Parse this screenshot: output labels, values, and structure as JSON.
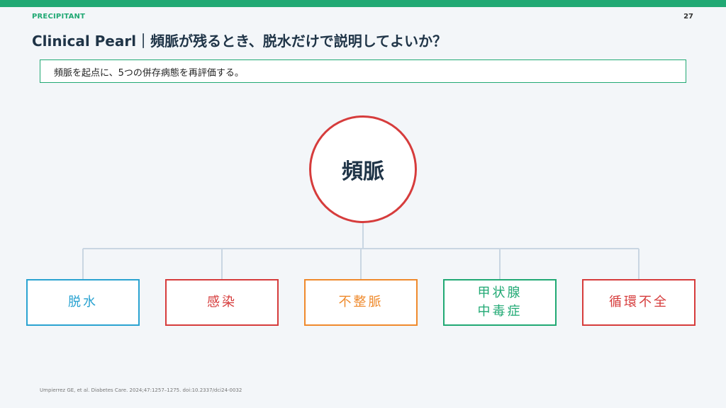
{
  "header": {
    "section_tag": "PRECIPITANT",
    "page_number": "27",
    "title": "Clinical Pearl｜頻脈が残るとき、脱水だけで説明してよいか？"
  },
  "subtitle": "頻脈を起点に、5つの併存病態を再評価する。",
  "diagram": {
    "center": {
      "label": "頻脈",
      "color": "#d63c3c"
    },
    "nodes": [
      {
        "label": "脱水",
        "color": "#2aa3d1"
      },
      {
        "label": "感染",
        "color": "#d63c3c"
      },
      {
        "label": "不整脈",
        "color": "#ef8a2c"
      },
      {
        "label": "甲状腺\n中毒症",
        "color": "#21a974"
      },
      {
        "label": "循環不全",
        "color": "#d63c3c"
      }
    ],
    "connector_color": "#c9d6e2"
  },
  "citation": "Umpierrez GE, et al. Diabetes Care. 2024;47:1257–1275. doi:10.2337/dci24-0032"
}
